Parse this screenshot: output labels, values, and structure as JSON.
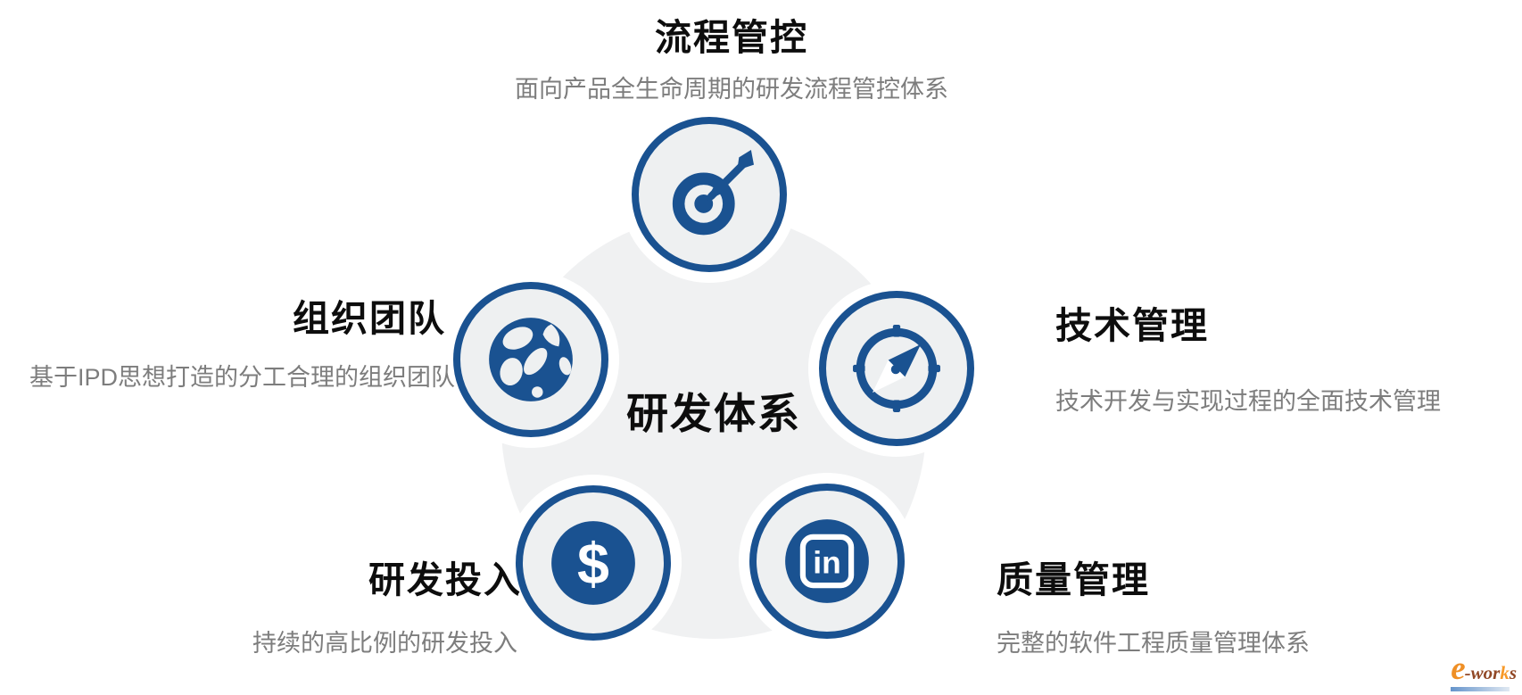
{
  "colors": {
    "accent_blue": "#1a5291",
    "node_fill": "#eef0f1",
    "center_fill": "#f0f1f2",
    "title_text": "#0d0d0d",
    "desc_text": "#7d7d7d",
    "watermark_orange": "#f7941d",
    "watermark_brown": "#8c3f1b"
  },
  "center": {
    "label": "研发体系"
  },
  "nodes": [
    {
      "id": "process",
      "title": "流程管控",
      "desc": "面向产品全生命周期的研发流程管控体系",
      "icon": "target-icon",
      "position": "top"
    },
    {
      "id": "team",
      "title": "组织团队",
      "desc": "基于IPD思想打造的分工合理的组织团队",
      "icon": "globe-icon",
      "position": "left"
    },
    {
      "id": "tech",
      "title": "技术管理",
      "desc": "技术开发与实现过程的全面技术管理",
      "icon": "compass-icon",
      "position": "right"
    },
    {
      "id": "invest",
      "title": "研发投入",
      "desc": "持续的高比例的研发投入",
      "icon": "dollar-icon",
      "position": "bottom-left"
    },
    {
      "id": "quality",
      "title": "质量管理",
      "desc": "完整的软件工程质量管理体系",
      "icon": "linkedin-icon",
      "position": "bottom-right"
    }
  ],
  "icons": {
    "dollar_glyph": "$",
    "linkedin_glyph": "in"
  },
  "watermark": {
    "e_letter": "e",
    "wor": "-wor",
    "k": "k",
    "s": "s"
  }
}
